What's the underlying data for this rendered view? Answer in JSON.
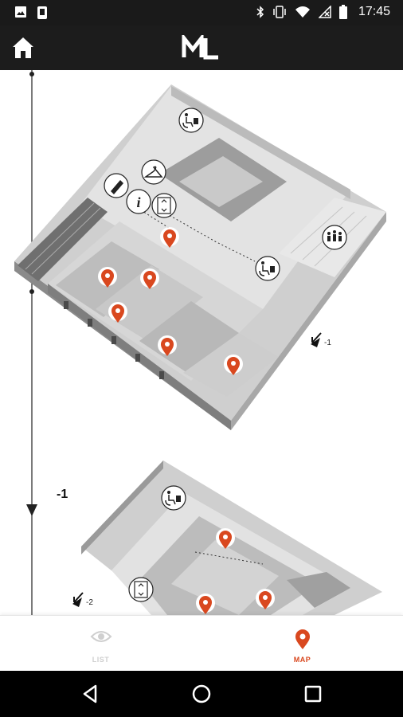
{
  "status_bar": {
    "time": "17:45",
    "left_icons": [
      "image-icon",
      "phone-vibrate-icon"
    ],
    "right_icons": [
      "bluetooth-icon",
      "vibrate-icon",
      "wifi-icon",
      "no-signal-icon",
      "battery-icon"
    ]
  },
  "app_bar": {
    "home_icon": "home-icon",
    "logo_text": "ML"
  },
  "map": {
    "floors": [
      {
        "label": "-1"
      }
    ],
    "stair_markers": [
      {
        "label": "-1"
      },
      {
        "label": "-2"
      }
    ],
    "pin_color": "#d9481f",
    "amenities": [
      "accessible-toilet-icon",
      "hanger-icon",
      "ticket-icon",
      "info-icon",
      "elevator-icon",
      "auditorium-icon"
    ]
  },
  "bottom_nav": {
    "items": [
      {
        "label": "LIST",
        "icon": "eye-icon",
        "active": false,
        "color": "#cfcfcf"
      },
      {
        "label": "MAP",
        "icon": "map-pin-icon",
        "active": true,
        "color": "#d9481f"
      }
    ]
  },
  "android_nav": [
    "back-icon",
    "home-circle-icon",
    "recents-icon"
  ]
}
